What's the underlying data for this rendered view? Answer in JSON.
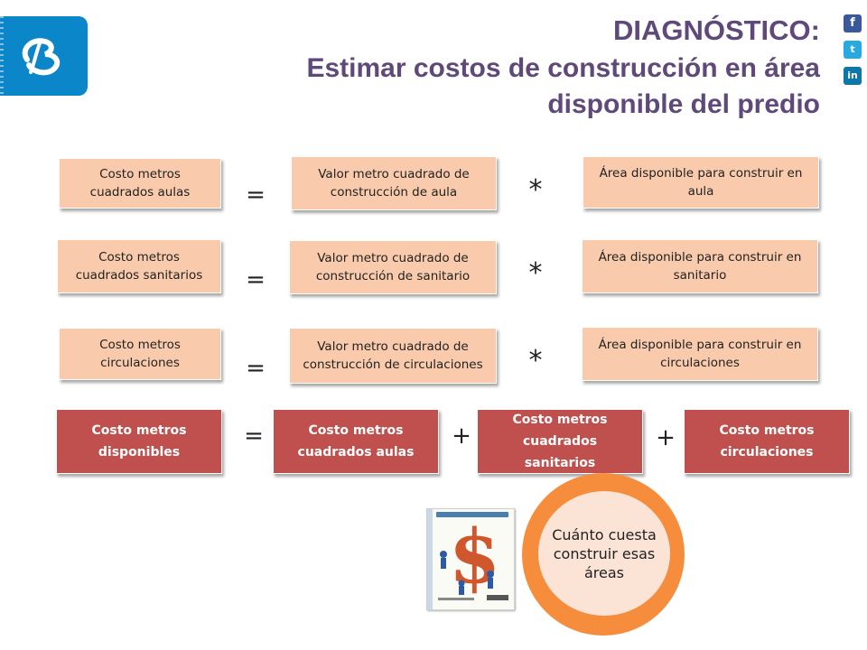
{
  "title": {
    "line1": "DIAGNÓSTICO:",
    "line2": "Estimar costos de construcción  en área",
    "line3": "disponible del predio"
  },
  "social": {
    "facebook": "f",
    "twitter": "t",
    "linkedin": "in"
  },
  "rows": [
    {
      "left": "Costo metros cuadrados aulas",
      "op1": "=",
      "middle": "Valor metro cuadrado de construcción de aula",
      "op2": "*",
      "right": "Área disponible para construir en aula"
    },
    {
      "left": "Costo metros cuadrados sanitarios",
      "op1": "=",
      "middle": "Valor metro cuadrado de construcción de sanitario",
      "op2": "*",
      "right": "Área disponible para construir en sanitario"
    },
    {
      "left": "Costo metros circulaciones",
      "op1": "=",
      "middle": "Valor metro cuadrado de construcción de circulaciones",
      "op2": "*",
      "right": "Área disponible para construir en circulaciones"
    }
  ],
  "total": {
    "result": "Costo metros disponibles",
    "eq": "=",
    "term1": "Costo metros cuadrados aulas",
    "plus1": "+",
    "term2": "Costo metros cuadrados sanitarios",
    "plus2": "+",
    "term3": "Costo metros circulaciones"
  },
  "callout": "Cuánto cuesta construir esas áreas",
  "colors": {
    "title": "#5f497a",
    "light_box": "#f9cbac",
    "dark_box": "#c0504d",
    "ring": "#f58d3d",
    "ring_inner": "#fbe3d6"
  }
}
